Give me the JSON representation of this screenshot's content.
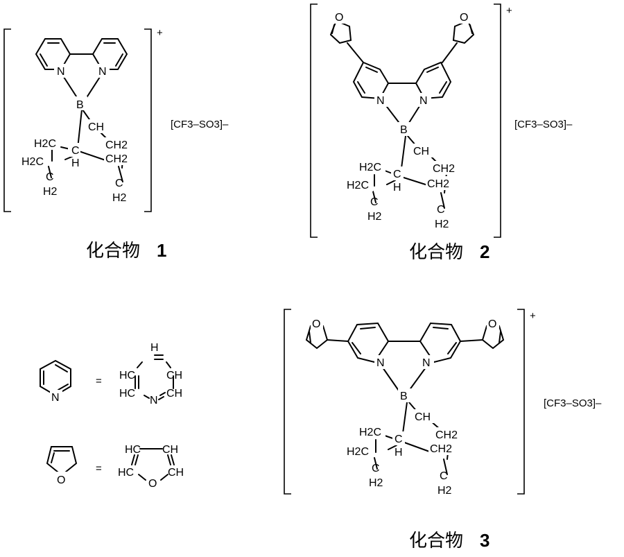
{
  "compounds": [
    {
      "caption": "化合物",
      "number": "1",
      "charge": "+",
      "anion": "[CF3–SO3]–"
    },
    {
      "caption": "化合物",
      "number": "2",
      "charge": "+",
      "anion": "[CF3–SO3]–"
    },
    {
      "caption": "化合物",
      "number": "3",
      "charge": "+",
      "anion": "[CF3–SO3]–"
    }
  ],
  "atoms": {
    "N": "N",
    "B": "B",
    "O": "O",
    "C": "C",
    "H": "H",
    "CH": "CH",
    "CH2": "CH2",
    "H2C": "H2C",
    "H2": "H2",
    "HC": "HC"
  },
  "legend": {
    "equals": "=",
    "pyridine": {
      "top": "H",
      "left_top": "HC",
      "right_top": "CH",
      "left_bottom": "HC",
      "n": "N",
      "right_bottom": "CH"
    },
    "furan": {
      "left_top": "HC",
      "right_top": "CH",
      "left_bottom": "HC",
      "o": "O",
      "right_bottom": "CH"
    }
  }
}
